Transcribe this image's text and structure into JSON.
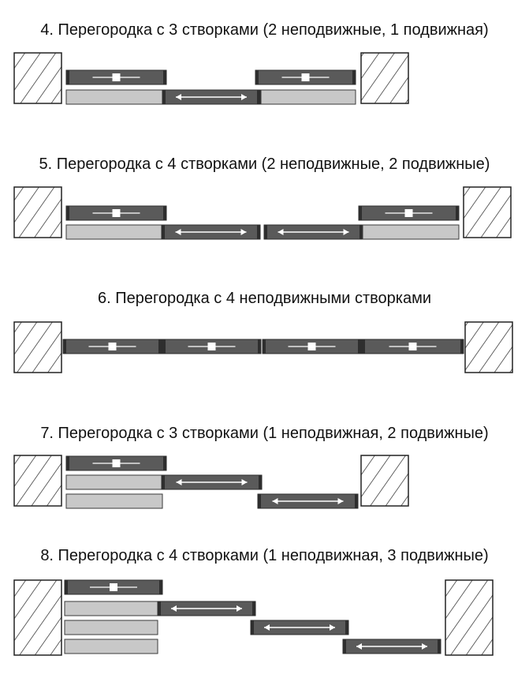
{
  "colors": {
    "fixed_panel": "#5a5a5a",
    "fixed_panel_edge": "#2e2e2e",
    "moving_panel": "#c8c8c8",
    "moving_panel_edge": "#3a3a3a",
    "wall_stroke": "#222222",
    "background": "#ffffff"
  },
  "icons": {
    "fixed": "fixed-leaf-marker-icon",
    "moving": "double-arrow-icon",
    "wall": "hatched-wall-icon"
  },
  "diagrams": [
    {
      "id": "d4",
      "title": "4. Перегородка с 3 створками (2 неподвижные, 1 подвижная)",
      "fixed_leaves": 2,
      "moving_leaves": 1
    },
    {
      "id": "d5",
      "title": "5. Перегородка с 4 створками (2 неподвижные, 2 подвижные)",
      "fixed_leaves": 2,
      "moving_leaves": 2
    },
    {
      "id": "d6",
      "title": "6. Перегородка с 4 неподвижными створками",
      "fixed_leaves": 4,
      "moving_leaves": 0
    },
    {
      "id": "d7",
      "title": "7. Перегородка с 3 створками (1 неподвижная, 2 подвижные)",
      "fixed_leaves": 1,
      "moving_leaves": 2
    },
    {
      "id": "d8",
      "title": "8. Перегородка с 4 створками (1 неподвижная, 3 подвижные)",
      "fixed_leaves": 1,
      "moving_leaves": 3
    }
  ]
}
